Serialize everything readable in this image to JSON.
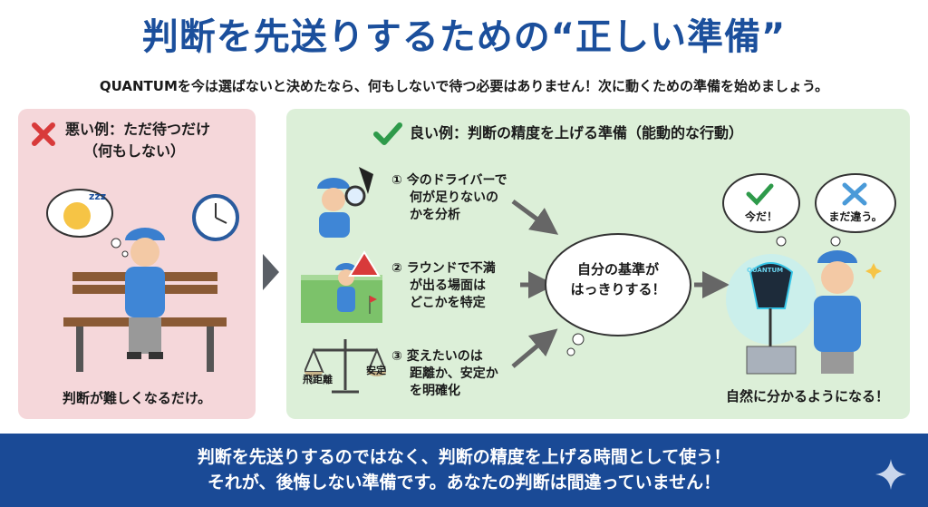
{
  "title": "判断を先送りするための“正しい準備”",
  "subtitle": "QUANTUMを今は選ばないと決めたなら、何もしないで待つ必要はありません！次に動くための準備を始めましょう。",
  "bad": {
    "heading_line1": "悪い例：ただ待つだけ",
    "heading_line2": "（何もしない）",
    "sleep_text": "zzz",
    "caption": "判断が難しくなるだけ。"
  },
  "good": {
    "heading": "良い例：判断の精度を上げる準備（能動的な行動）",
    "steps": [
      {
        "num": "①",
        "lines": [
          "今のドライバーで",
          "何が足りないの",
          "かを分析"
        ]
      },
      {
        "num": "②",
        "lines": [
          "ラウンドで不満",
          "が出る場面は",
          "どこかを特定"
        ]
      },
      {
        "num": "③",
        "lines": [
          "変えたいのは",
          "距離か、安定か",
          "を明確化"
        ]
      }
    ],
    "scale_left": "飛距離",
    "scale_right": "安定",
    "center_cloud": [
      "自分の基準が",
      "はっきりする！"
    ],
    "bubble_yes": "今だ！",
    "bubble_no": "まだ違う。",
    "driver_label": "QUANTUM",
    "caption": "自然に分かるようになる！"
  },
  "footer": {
    "line1": "判断を先送りするのではなく、判断の精度を上げる時間として使う！",
    "line2": "それが、後悔しない準備です。あなたの判断は間違っていません！"
  },
  "colors": {
    "title": "#1b4f9c",
    "bad_bg": "#f5d7da",
    "good_bg": "#dcefd8",
    "footer": "#1a4a96",
    "check": "#2e9a4a",
    "cross": "#d83a3a"
  }
}
